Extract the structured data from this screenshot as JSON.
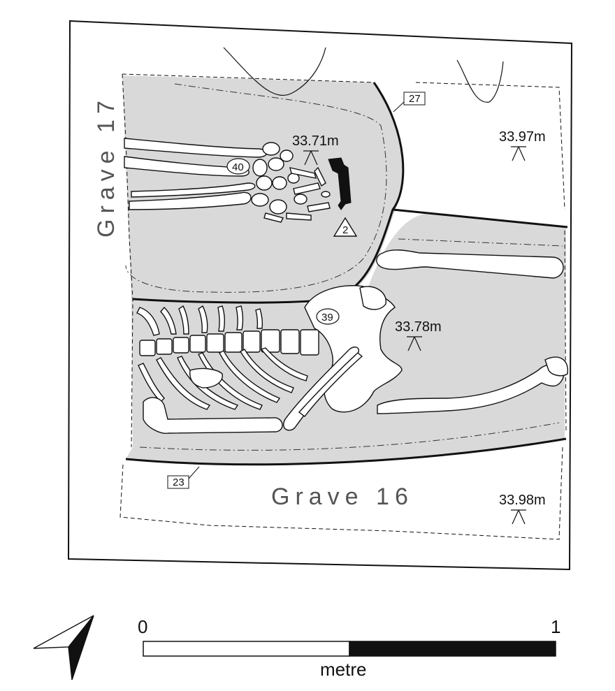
{
  "graves": {
    "upper": {
      "title": "Grave 17",
      "context": "27",
      "skeleton": "40",
      "level": "33.71m",
      "find": "2"
    },
    "lower": {
      "title": "Grave 16",
      "context": "23",
      "skeleton": "39",
      "level": "33.78m"
    }
  },
  "levels": {
    "top_right": "33.97m",
    "bottom_right": "33.98m"
  },
  "scale_bar": {
    "start": "0",
    "end": "1",
    "unit": "metre"
  },
  "colors": {
    "fill": "#d9d9d9",
    "line": "#111111",
    "bone": "#ffffff"
  },
  "north_arrow_icon": "north-arrow-icon"
}
